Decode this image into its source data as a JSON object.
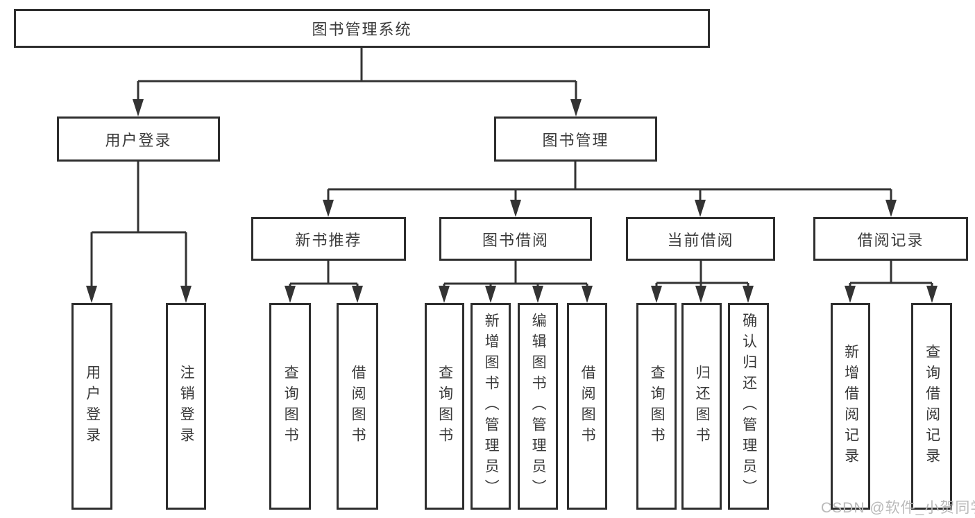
{
  "diagram": {
    "root": {
      "label": "图书管理系统"
    },
    "branches": [
      {
        "label": "用户登录",
        "leaves": [
          {
            "label": "用户登录"
          },
          {
            "label": "注销登录"
          }
        ]
      },
      {
        "label": "图书管理",
        "sections": [
          {
            "label": "新书推荐",
            "leaves": [
              {
                "label": "查询图书"
              },
              {
                "label": "借阅图书"
              }
            ]
          },
          {
            "label": "图书借阅",
            "leaves": [
              {
                "label": "查询图书"
              },
              {
                "label": "新增图书（管理员）"
              },
              {
                "label": "编辑图书（管理员）"
              },
              {
                "label": "借阅图书"
              }
            ]
          },
          {
            "label": "当前借阅",
            "leaves": [
              {
                "label": "查询图书"
              },
              {
                "label": "归还图书"
              },
              {
                "label": "确认归还（管理员）"
              }
            ]
          },
          {
            "label": "借阅记录",
            "leaves": [
              {
                "label": "新增借阅记录"
              },
              {
                "label": "查询借阅记录"
              }
            ]
          }
        ]
      }
    ]
  },
  "watermark": {
    "text": "CSDN @软件_小贺同学"
  },
  "colors": {
    "line": "#333333",
    "box_border": "#2e2e2e",
    "box_fill": "#ffffff",
    "text": "#3a3a3a",
    "watermark": "#b9b9b9"
  }
}
